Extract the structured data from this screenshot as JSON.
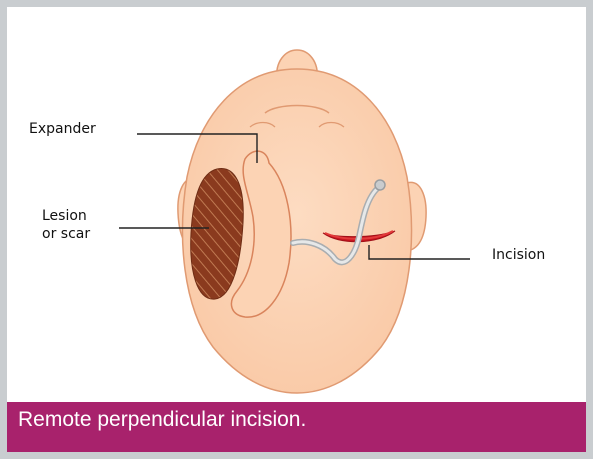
{
  "figure": {
    "labels": {
      "expander": "Expander",
      "lesion_line1": "Lesion",
      "lesion_line2": "or scar",
      "incision": "Incision"
    },
    "caption": "Remote perpendicular incision."
  },
  "colors": {
    "skin": "#fcd3b4",
    "skin_outline": "#e09a72",
    "lesion": "#8a3a1e",
    "incision": "#c8141e",
    "tube": "#b9bdbf",
    "caption_bg": "#a8226c",
    "frame": "#c9cdd0"
  },
  "icons": {
    "head": "head-top-view-illustration",
    "expander": "tissue-expander-shape",
    "lesion": "hatched-lesion-shape",
    "tube": "fill-tube-icon"
  }
}
